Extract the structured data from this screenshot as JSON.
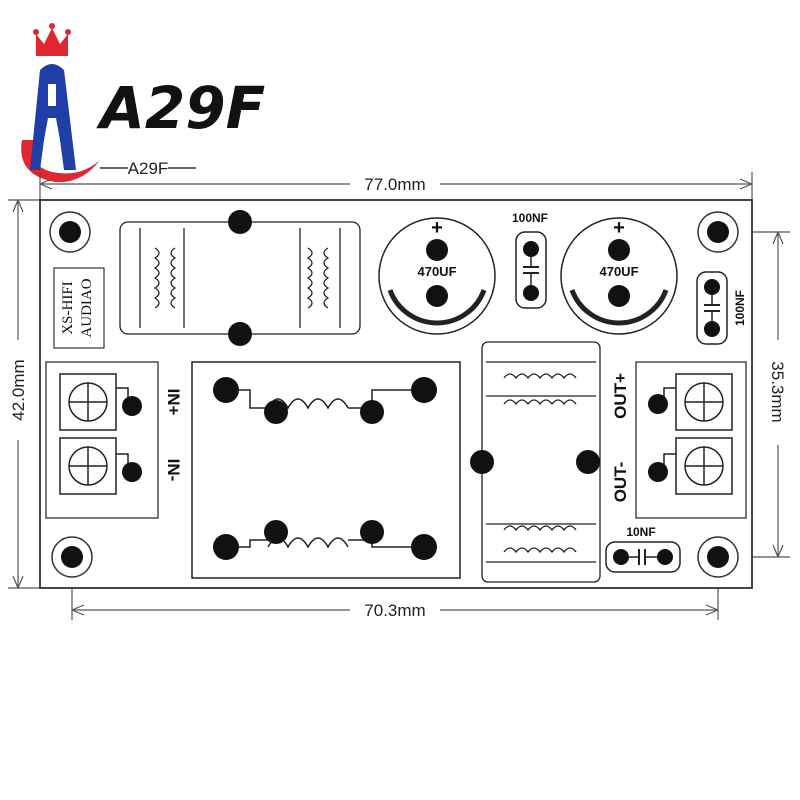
{
  "logo": {
    "mark_text": "A29F",
    "small_text": "A29F",
    "colors": {
      "red": "#e0262f",
      "blue": "#1f3fa6"
    }
  },
  "dimensions": {
    "width_top": "77.0mm",
    "width_bottom": "70.3mm",
    "height_left": "42.0mm",
    "height_right": "35.3mm"
  },
  "board": {
    "brand_line1": "XS-HIFI",
    "brand_line2": "AUDIAO",
    "cap_left_value": "470UF",
    "cap_right_value": "470UF",
    "cap_plus": "+",
    "small_cap_top": "100NF",
    "small_cap_right": "100NF",
    "small_cap_bottom": "10NF",
    "input_plus": "IN+",
    "input_minus": "IN-",
    "output_plus": "OUT+",
    "output_minus": "OUT-"
  }
}
